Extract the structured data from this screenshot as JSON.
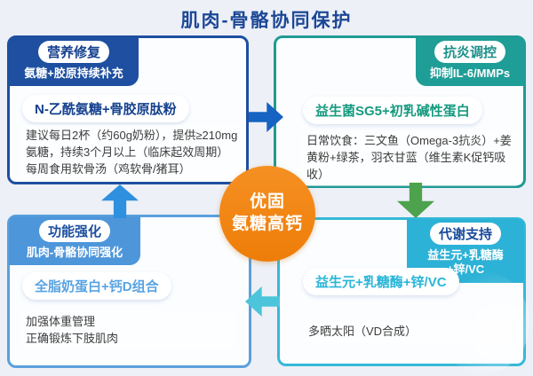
{
  "title": "肌肉-骨骼协同保护",
  "center_badge": {
    "line1": "优固",
    "line2": "氨糖高钙"
  },
  "boxes": {
    "nutrition": {
      "badge": "营养修复",
      "badge_subtitle": "氨糖+胶原持续补充",
      "highlight": "N-乙酰氨糖+骨胶原肽粉",
      "body_1": "建议每日2杯（约60g奶粉），提供≥210mg氨糖，持续3个月以上（临床起效周期）",
      "body_2": "每周食用软骨汤（鸡软骨/猪耳）"
    },
    "anti_inflammatory": {
      "badge": "抗炎调控",
      "badge_subtitle": "抑制IL-6/MMPs",
      "highlight": "益生菌SG5+初乳碱性蛋白",
      "body_1": "日常饮食：三文鱼（Omega-3抗炎）+姜黄粉+绿茶，羽衣甘蓝（维生素K促钙吸收）"
    },
    "function": {
      "badge": "功能强化",
      "badge_subtitle": "肌肉-骨骼协同强化",
      "highlight": "全脂奶蛋白+钙D组合",
      "body_1": "加强体重管理",
      "body_2": "正确锻炼下肢肌肉"
    },
    "metabolic": {
      "badge": "代谢支持",
      "badge_subtitle_line1": "益生元+乳糖酶",
      "badge_subtitle_line2": "+锌/VC",
      "highlight": "益生元+乳糖酶+锌/VC",
      "body_1": "多晒太阳（VD合成）"
    }
  },
  "colors": {
    "title_blue": "#1c4796",
    "nutrition_accent": "#1e4fa0",
    "anti_inflammatory_accent": "#219a94",
    "function_accent": "#4e96da",
    "metabolic_accent": "#2cb2d6",
    "center_orange": "#f08314",
    "arrow_right_blue": "#1563c2",
    "arrow_down_green": "#4da24d",
    "arrow_left_cyan": "#4cc5da",
    "arrow_up_blue": "#2e90de"
  }
}
